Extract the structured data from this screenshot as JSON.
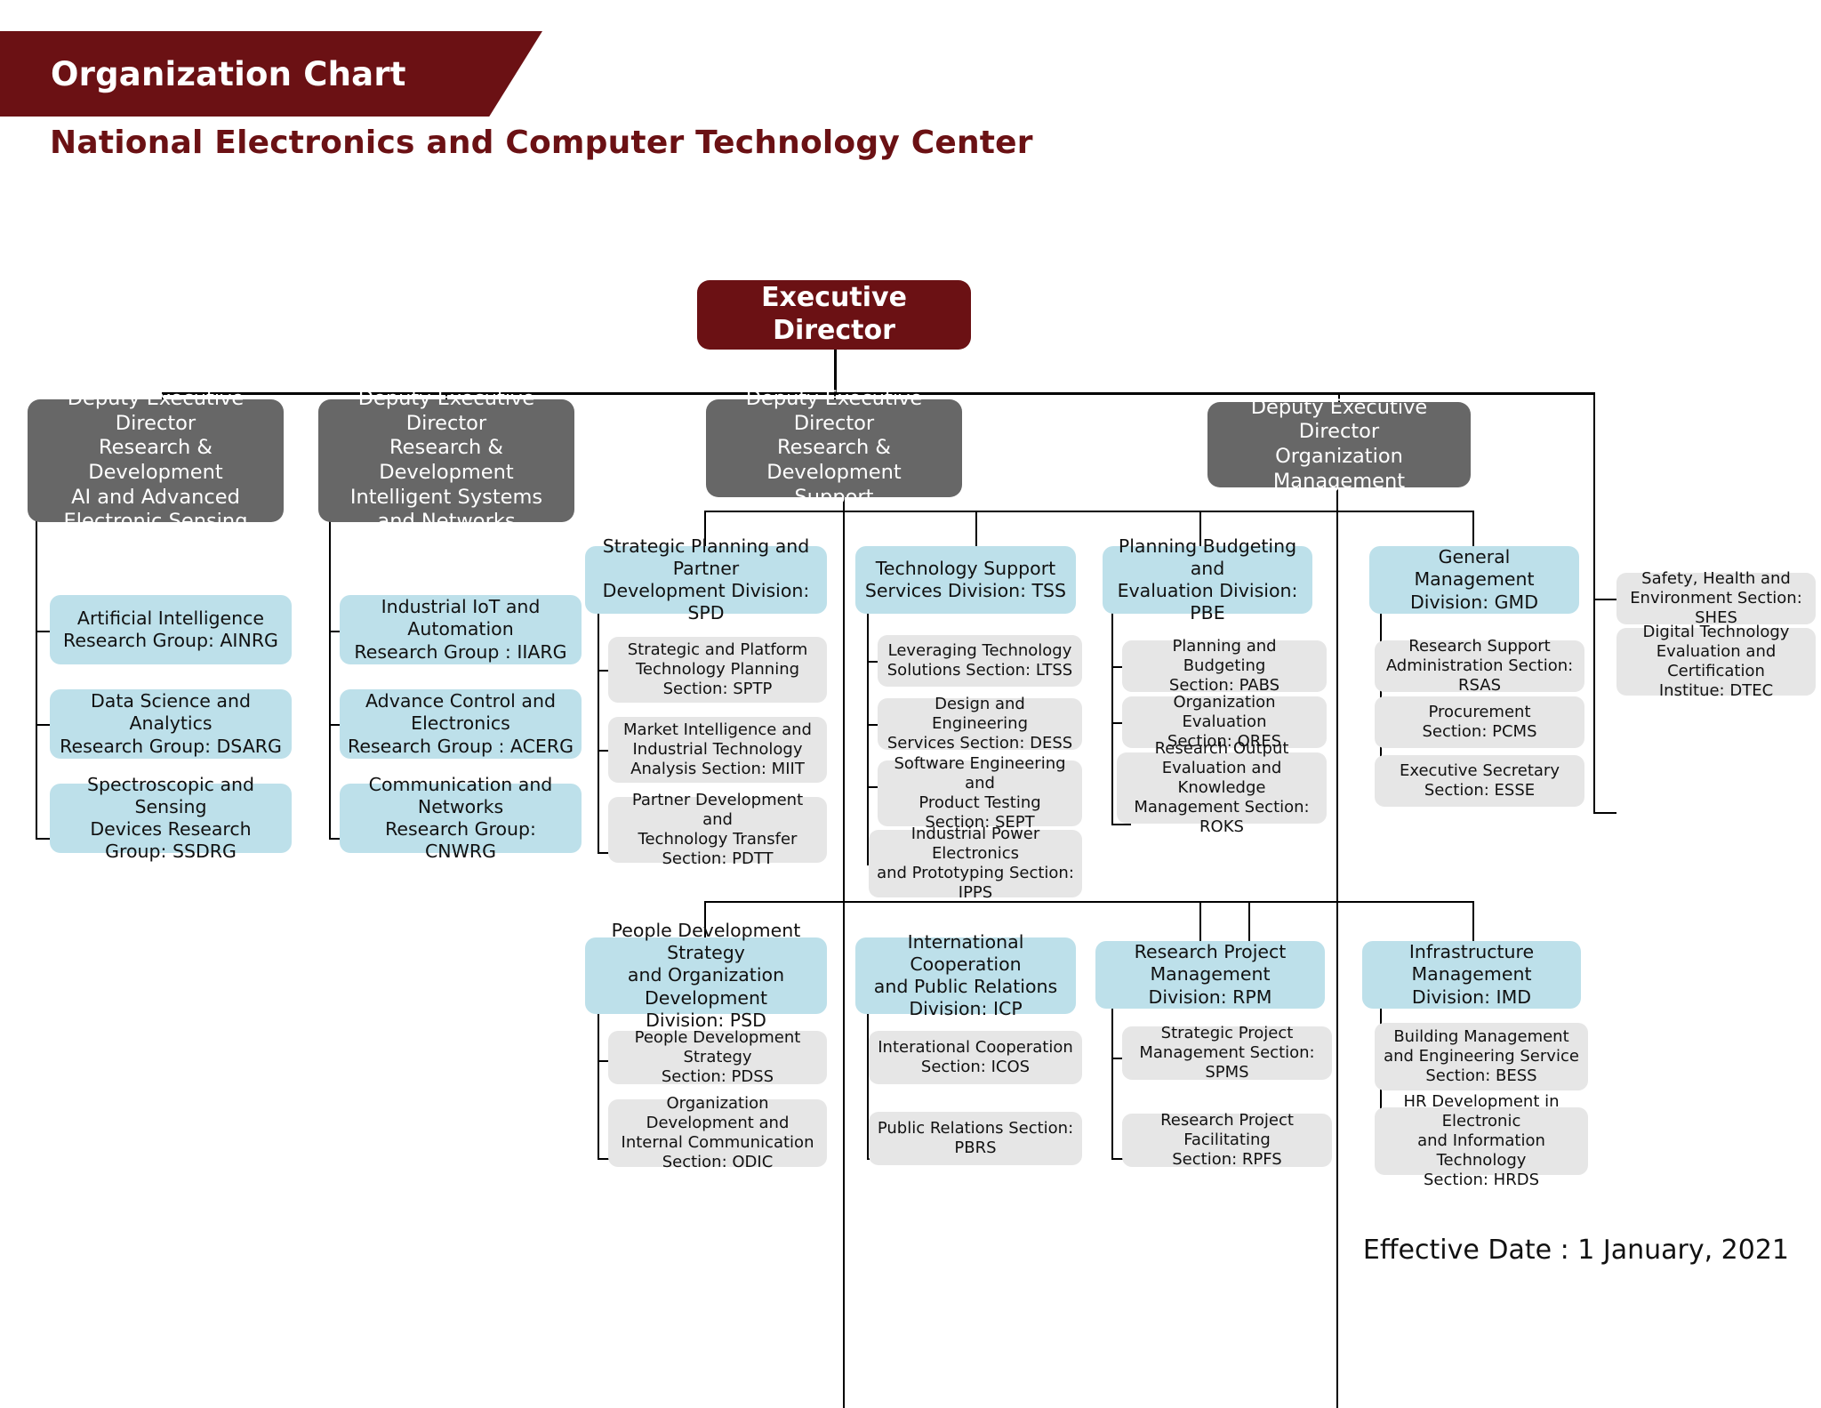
{
  "header": {
    "banner_label": "Organization Chart",
    "subtitle": "National Electronics and Computer Technology Center",
    "banner_color": "#6B1114"
  },
  "footer": {
    "effective_date": "Effective Date : 1 January, 2021"
  },
  "palette": {
    "root": "#6B1114",
    "deputy": "#676767",
    "division": "#BDE0EA",
    "section": "#E6E6E6",
    "connector": "#000000"
  },
  "chart_data": {
    "type": "tree",
    "root": "Executive Director",
    "levels": [
      "executive",
      "deputy",
      "division / research-group",
      "section"
    ]
  },
  "root": {
    "label": "Executive Director"
  },
  "deputies": [
    {
      "id": "ded-ai",
      "label": "Deputy Executive Director\nResearch & Development\nAI and Advanced\nElectronic Sensing"
    },
    {
      "id": "ded-isn",
      "label": "Deputy Executive Director\nResearch & Development\nIntelligent Systems\nand Networks"
    },
    {
      "id": "ded-sup",
      "label": "Deputy Executive Director\nResearch & Development\nSupport"
    },
    {
      "id": "ded-om",
      "label": "Deputy Executive Director\nOrganization Management"
    }
  ],
  "research_groups": {
    "ded_ai": [
      "Artificial Intelligence\nResearch Group: AINRG",
      "Data Science and Analytics\nResearch Group: DSARG",
      "Spectroscopic and Sensing\nDevices Research Group: SSDRG"
    ],
    "ded_isn": [
      "Industrial IoT and Automation\nResearch Group : IIARG",
      "Advance Control and Electronics\nResearch Group : ACERG",
      "Communication and Networks\nResearch Group: CNWRG"
    ]
  },
  "divisions": [
    {
      "id": "spd",
      "label": "Strategic Planning and Partner\nDevelopment Division: SPD",
      "sections": [
        "Strategic and Platform\nTechnology Planning\nSection: SPTP",
        "Market Intelligence and\nIndustrial Technology\nAnalysis Section: MIIT",
        "Partner Development and\nTechnology Transfer\nSection: PDTT"
      ]
    },
    {
      "id": "tss",
      "label": "Technology Support\nServices Division: TSS",
      "sections": [
        "Leveraging Technology\nSolutions Section: LTSS",
        "Design and Engineering\nServices Section: DESS",
        "Software Engineering and\nProduct Testing\nSection: SEPT",
        "Industrial Power Electronics\nand Prototyping Section:\nIPPS"
      ]
    },
    {
      "id": "pbe",
      "label": "Planning Budgeting and\nEvaluation Division: PBE",
      "sections": [
        "Planning and Budgeting\nSection: PABS",
        "Organization Evaluation\nSection: ORES",
        "Research Output\nEvaluation and Knowledge\nManagement Section: ROKS"
      ]
    },
    {
      "id": "gmd",
      "label": "General Management\nDivision: GMD",
      "sections": [
        "Research Support\nAdministration Section: RSAS",
        "Procurement\nSection: PCMS",
        "Executive Secretary\nSection: ESSE"
      ]
    },
    {
      "id": "psd",
      "label": "People Development Strategy\nand Organization Development\nDivision: PSD",
      "sections": [
        "People Development Strategy\nSection: PDSS",
        "Organization Development and\nInternal Communication\nSection: ODIC"
      ]
    },
    {
      "id": "icp",
      "label": "International Cooperation\nand Public Relations\nDivision: ICP",
      "sections": [
        "Interational Cooperation\nSection: ICOS",
        "Public Relations Section:\nPBRS"
      ]
    },
    {
      "id": "rpm",
      "label": "Research Project Management\nDivision: RPM",
      "sections": [
        "Strategic Project\nManagement Section: SPMS",
        "Research Project Facilitating\nSection: RPFS"
      ]
    },
    {
      "id": "imd",
      "label": "Infrastructure Management\nDivision: IMD",
      "sections": [
        "Building Management\nand Engineering Service\nSection: BESS",
        "HR Development in Electronic\nand Information Technology\nSection: HRDS"
      ]
    }
  ],
  "standalone_sections": [
    "Safety, Health and\nEnvironment Section: SHES",
    "Digital Technology\nEvaluation and Certification\nInstitue: DTEC"
  ]
}
